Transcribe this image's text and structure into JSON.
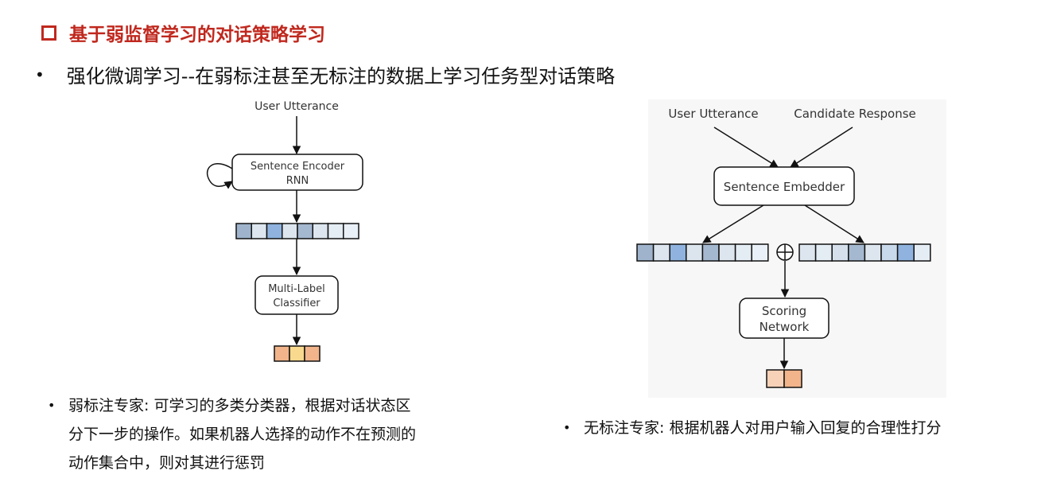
{
  "title": "基于弱监督学习的对话策略学习",
  "main_bullet": "强化微调学习--在弱标注甚至无标注的数据上学习任务型对话策略",
  "left_diagram": {
    "input_label": "User Utterance",
    "encoder_line1": "Sentence Encoder",
    "encoder_line2": "RNN",
    "classifier_line1": "Multi-Label",
    "classifier_line2": "Classifier"
  },
  "right_diagram": {
    "input1_label": "User Utterance",
    "input2_label": "Candidate Response",
    "embedder_label": "Sentence Embedder",
    "concat_symbol": "⊕",
    "scoring_line1": "Scoring",
    "scoring_line2": "Network"
  },
  "left_note": {
    "line1": "弱标注专家: 可学习的多类分类器，根据对话状态区",
    "line2": "分下一步的操作。如果机器人选择的动作不在预测的",
    "line3": "动作集合中，则对其进行惩罚"
  },
  "right_note": "无标注专家: 根据机器人对用户输入回复的合理性打分",
  "colors": {
    "title": "#c0281e",
    "vector_cells_left": [
      "#9fb4cc",
      "#dde6ef",
      "#8fb3de",
      "#dce5ee",
      "#a4b8cf",
      "#dde6ef",
      "#e4ecf4",
      "#e9f0f7"
    ],
    "output_cells_left": [
      "#f2b48a",
      "#f8d98d",
      "#f2b48a"
    ],
    "vector_cells_right_a": [
      "#9fb4cc",
      "#dde6ef",
      "#8fb3de",
      "#dce5ee",
      "#a4b8cf",
      "#dde6ef",
      "#e4ecf4",
      "#e9f0f7"
    ],
    "vector_cells_right_b": [
      "#dde6ef",
      "#e4ecf4",
      "#d5e0ec",
      "#a4b8cf",
      "#dde6ef",
      "#c9d9ec",
      "#8fb3de",
      "#e4ecf4"
    ],
    "output_cells_right": [
      "#f8d2b8",
      "#f2b48a"
    ]
  }
}
